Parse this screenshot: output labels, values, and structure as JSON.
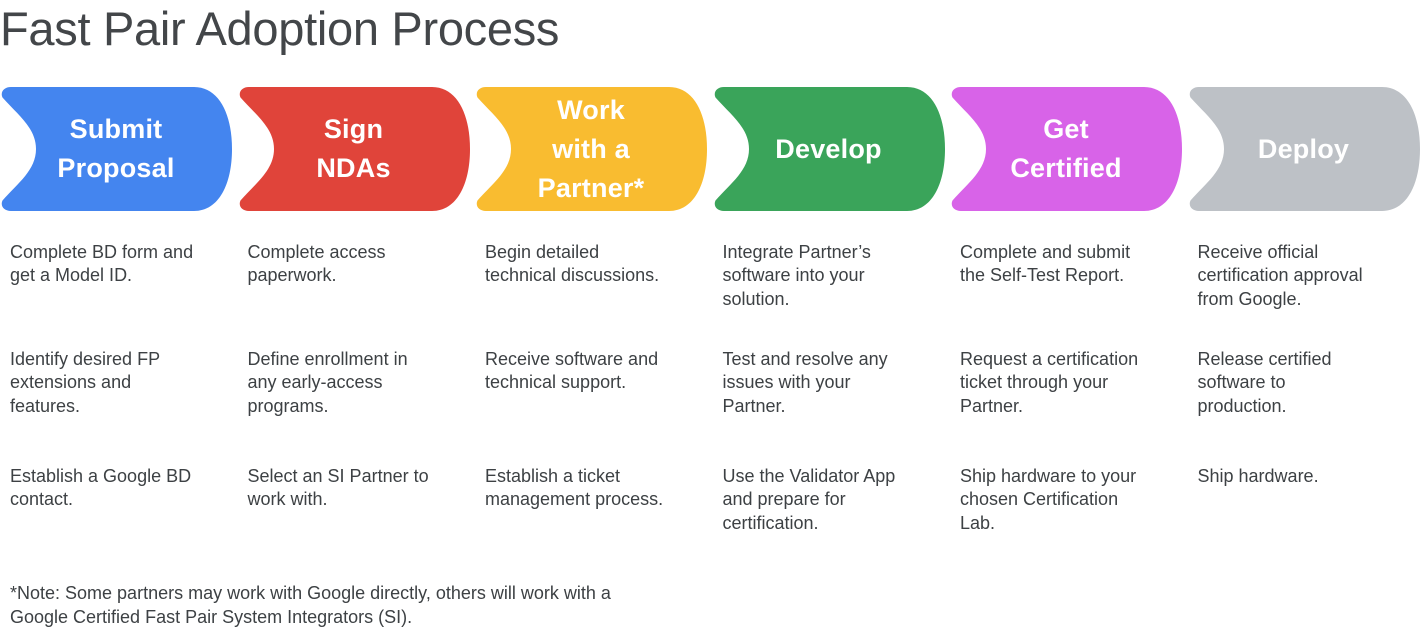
{
  "page": {
    "title": "Fast Pair Adoption Process",
    "background_color": "#ffffff",
    "title_color": "#434649",
    "body_text_color": "#3D4144",
    "label_text_color": "#ffffff"
  },
  "footnote": {
    "text": "*Note: Some partners may work with Google directly, others will work with a\nGoogle Certified Fast Pair System Integrators (SI)."
  },
  "stages": [
    {
      "id": "submit-proposal",
      "color": "#4485EF",
      "label": "Submit\nProposal",
      "steps": [
        "Complete BD form and\nget a Model ID.",
        "Identify desired FP\nextensions and\nfeatures.",
        "Establish a Google BD\ncontact."
      ]
    },
    {
      "id": "sign-ndas",
      "color": "#E0443A",
      "label": "Sign\nNDAs",
      "steps": [
        "Complete access\npaperwork.",
        "Define enrollment in\nany early-access\nprograms.",
        "Select an SI Partner to\nwork with."
      ]
    },
    {
      "id": "work-with-a-partner",
      "color": "#F9BC30",
      "label": "Work\nwith a\nPartner*",
      "steps": [
        "Begin detailed\ntechnical discussions.",
        "Receive software and\ntechnical support.",
        "Establish a ticket\nmanagement process."
      ]
    },
    {
      "id": "develop",
      "color": "#3AA45A",
      "label": "Develop",
      "steps": [
        "Integrate Partner’s\nsoftware into your\nsolution.",
        "Test and resolve any\nissues with your\nPartner.",
        "Use the Validator App\nand prepare for\ncertification."
      ]
    },
    {
      "id": "get-certified",
      "color": "#D863E8",
      "label": "Get\nCertified",
      "steps": [
        "Complete and submit\nthe Self-Test Report.",
        "Request a certification\nticket through your\nPartner.",
        "Ship hardware to your\nchosen Certification\nLab."
      ]
    },
    {
      "id": "deploy",
      "color": "#BDC1C6",
      "label": "Deploy",
      "steps": [
        "Receive official\ncertification approval\nfrom Google.",
        "Release certified\nsoftware to\nproduction.",
        "Ship hardware."
      ]
    }
  ]
}
